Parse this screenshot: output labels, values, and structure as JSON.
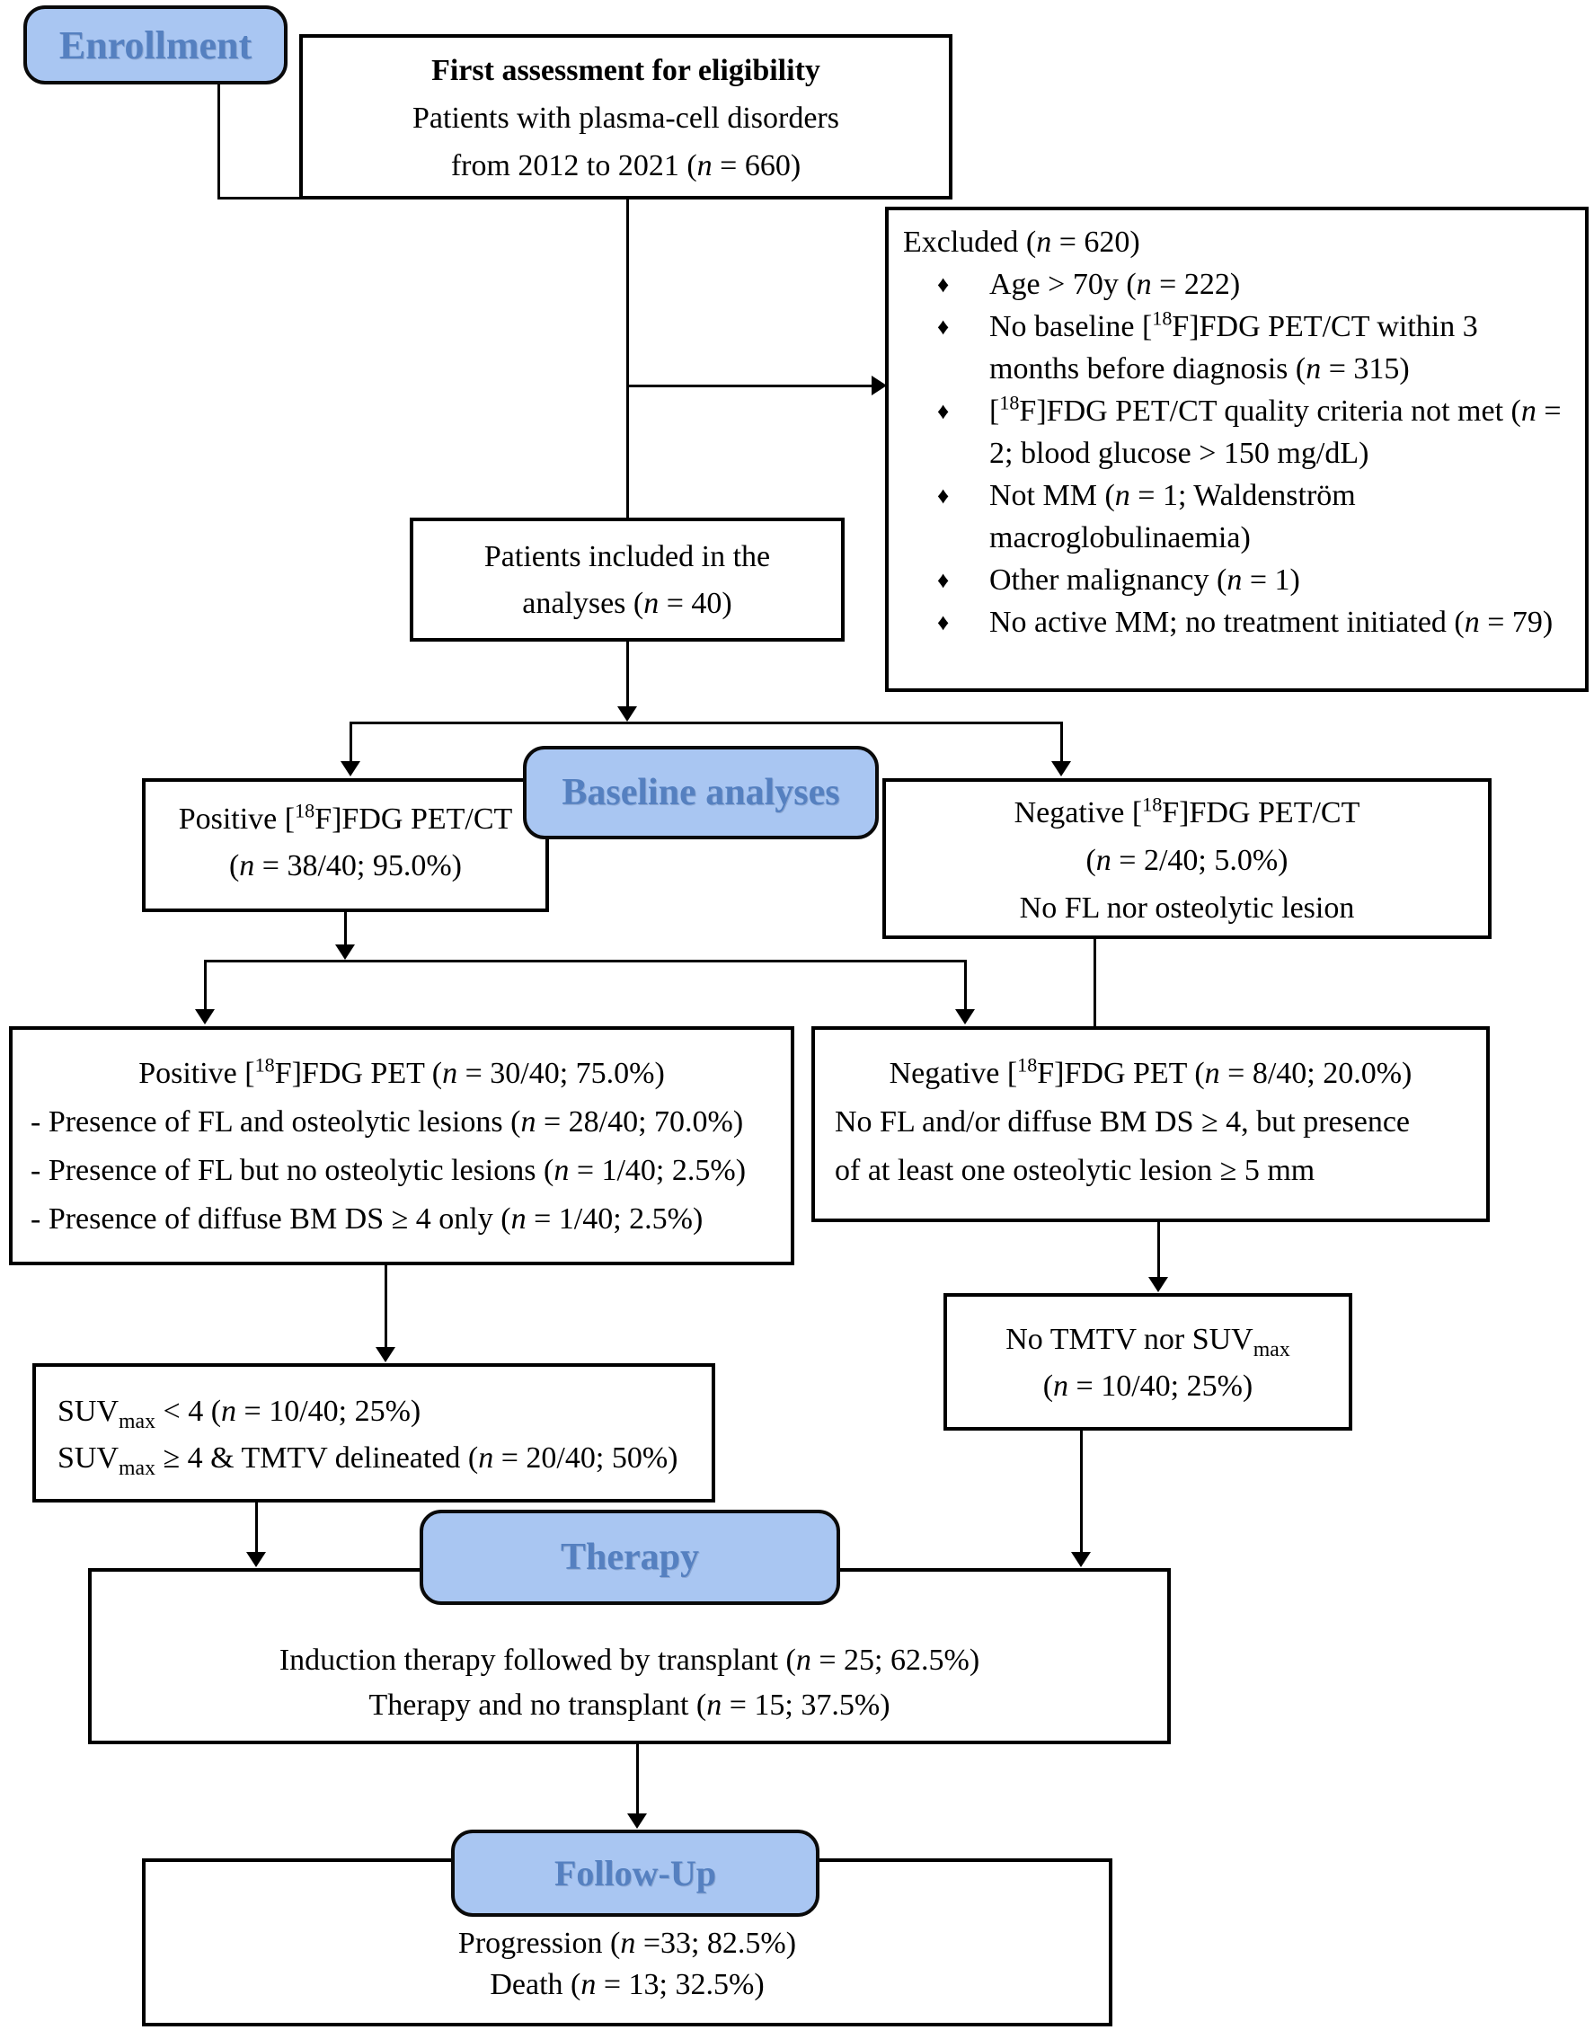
{
  "colors": {
    "badge_fill": "#a9c6f2",
    "badge_text": "#5580c0",
    "line_color": "#000000",
    "box_background": "#ffffff"
  },
  "badges": {
    "enrollment": "Enrollment",
    "baseline": "Baseline analyses",
    "therapy": "Therapy",
    "followup": "Follow-Up"
  },
  "boxes": {
    "assessment": {
      "title": "First assessment for eligibility",
      "line2": "Patients with plasma-cell disorders",
      "line3": "from 2012 to 2021 ({i:n} = 660)"
    },
    "excluded": {
      "title": "Excluded ({i:n} = 620)",
      "bullet": "♦",
      "items": [
        "Age > 70y ({i:n} = 222)",
        "No baseline [{sup:18}F]FDG PET/CT within 3 months before diagnosis ({i:n} = 315)",
        "[{sup:18}F]FDG PET/CT quality criteria not met ({i:n} = 2; blood glucose > 150 mg/dL)",
        "Not MM ({i:n} = 1; Waldenström macroglobulinaemia)",
        "Other malignancy ({i:n} = 1)",
        "No active MM; no treatment initiated ({i:n} = 79)"
      ]
    },
    "included": {
      "line1": "Patients included in the",
      "line2": "analyses ({i:n} = 40)"
    },
    "pos_ct": {
      "line1": "Positive [{sup:18}F]FDG PET/CT",
      "line2": "({i:n} = 38/40; 95.0%)"
    },
    "neg_ct": {
      "line1": "Negative [{sup:18}F]FDG PET/CT",
      "line2": "({i:n} = 2/40; 5.0%)",
      "line3": "No FL nor osteolytic lesion"
    },
    "pos_pet": {
      "line1": "Positive [{sup:18}F]FDG PET ({i:n} = 30/40; 75.0%)",
      "items": [
        "- Presence of FL and osteolytic lesions ({i:n} = 28/40; 70.0%)",
        "- Presence of FL but no osteolytic lesions ({i:n} = 1/40; 2.5%)",
        "- Presence of diffuse BM DS ≥ 4 only ({i:n} = 1/40; 2.5%)"
      ]
    },
    "neg_pet": {
      "line1": "Negative [{sup:18}F]FDG PET ({i:n} = 8/40; 20.0%)",
      "line2": "No FL and/or diffuse BM DS ≥ 4, but presence",
      "line3": "of at least one osteolytic lesion ≥ 5 mm"
    },
    "suv": {
      "line1": "SUV{sub:max} < 4 ({i:n} = 10/40; 25%)",
      "line2": "SUV{sub:max} ≥ 4 & TMTV delineated ({i:n} = 20/40; 50%)"
    },
    "tmtv": {
      "line1": "No TMTV nor SUV{sub:max}",
      "line2": "({i:n} = 10/40; 25%)"
    },
    "therapy": {
      "line1": "Induction therapy followed by transplant ({i:n} = 25; 62.5%)",
      "line2": "Therapy and no transplant ({i:n} = 15; 37.5%)"
    },
    "followup": {
      "line1": "Progression ({i:n} =33; 82.5%)",
      "line2": "Death ({i:n} = 13; 32.5%)"
    }
  }
}
